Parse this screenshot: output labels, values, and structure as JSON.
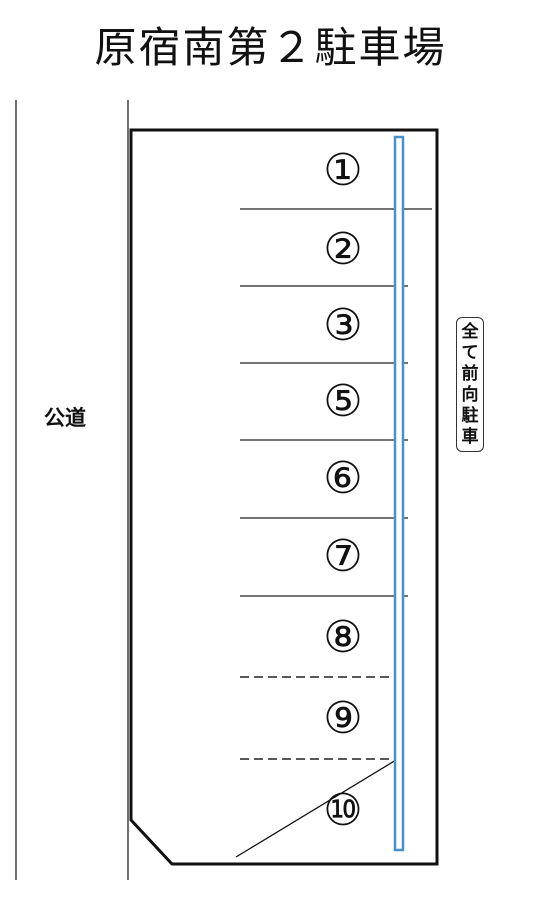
{
  "title": "原宿南第２駐車場",
  "road_label": "公道",
  "note_chars": [
    "全",
    "て",
    "前",
    "向",
    "駐",
    "車"
  ],
  "slots": [
    "①",
    "②",
    "③",
    "⑤",
    "⑥",
    "⑦",
    "⑧",
    "⑨",
    "⑩"
  ],
  "colors": {
    "lane_marker": "#4a90c8",
    "ink": "#111111"
  }
}
